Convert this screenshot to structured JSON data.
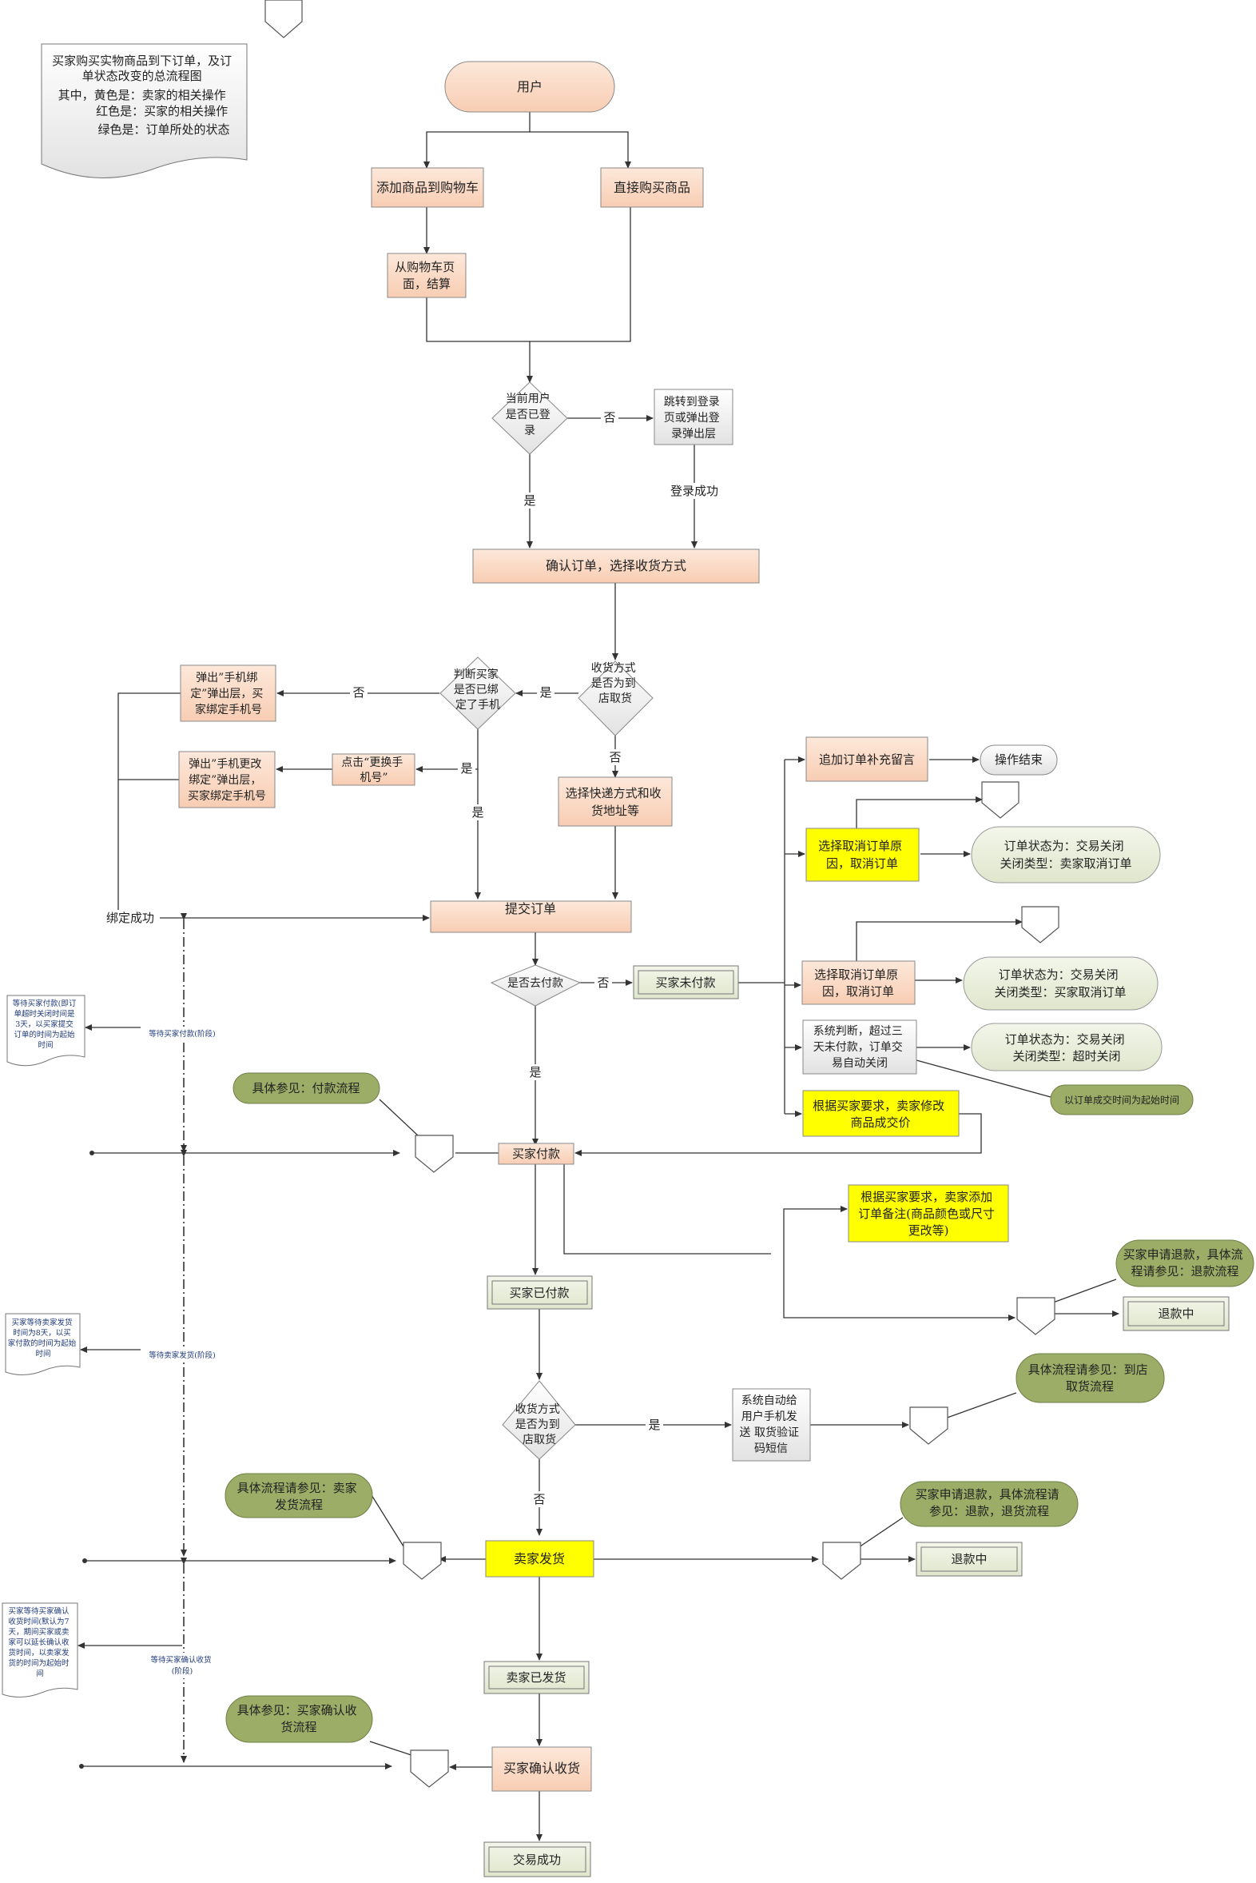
{
  "note": {
    "lines": [
      "买家购买实物商品到下订单，及订",
      "单状态改变的总流程图",
      "其中，黄色是：卖家的相关操作",
      "红色是：买家的相关操作",
      "绿色是：订单所处的状态"
    ]
  },
  "nodes": {
    "user": "用户",
    "add_cart": "添加商品到购物车",
    "buy_direct": "直接购买商品",
    "checkout": [
      "从购物车页",
      "面，结算"
    ],
    "is_login": [
      "当前用户",
      "是否已登",
      "录"
    ],
    "jump_login": [
      "跳转到登录",
      "页或弹出登",
      "录弹出层"
    ],
    "confirm_order": "确认订单，选择收货方式",
    "is_store_pickup_1": [
      "收货方式",
      "是否为到",
      "店取货"
    ],
    "is_bind_phone": [
      "判断买家",
      "是否已绑",
      "定了手机"
    ],
    "popup_bind": [
      "弹出”手机绑",
      "定”弹出层，买",
      "家绑定手机号"
    ],
    "click_change": [
      "点击“更换手",
      "机号”"
    ],
    "popup_change": [
      "弹出”手机更改",
      "绑定”弹出层，",
      "买家绑定手机号"
    ],
    "select_express": [
      "选择快递方式和收",
      "货地址等"
    ],
    "submit_order": "提交订单",
    "go_pay": "是否去付款",
    "unpaid": "买家未付款",
    "add_message": "追加订单补充留言",
    "op_end": "操作结束",
    "seller_cancel": [
      "选择取消订单原",
      "因，取消订单"
    ],
    "state_seller_cancel": [
      "订单状态为：交易关闭",
      "关闭类型：卖家取消订单"
    ],
    "buyer_cancel": [
      "选择取消订单原",
      "因，取消订单"
    ],
    "state_buyer_cancel": [
      "订单状态为：交易关闭",
      "关闭类型：买家取消订单"
    ],
    "auto_close": [
      "系统判断，超过三",
      "天未付款，订单交",
      "易自动关闭"
    ],
    "state_timeout": [
      "订单状态为：交易关闭",
      "关闭类型：超时关闭"
    ],
    "timeout_note": "以订单成交时间为起始时间",
    "seller_modify_price": [
      "根据买家要求，卖家修改",
      "商品成交价"
    ],
    "see_pay": "具体参见：付款流程",
    "buyer_pay": "买家付款",
    "seller_add_note": [
      "根据买家要求，卖家添加",
      "订单备注(商品颜色或尺寸",
      "更改等)"
    ],
    "paid": "买家已付款",
    "refund_apply_1": [
      "买家申请退款，具体流",
      "程请参见：退款流程"
    ],
    "refunding_1": "退款中",
    "is_store_pickup_2": [
      "收货方式",
      "是否为到",
      "店取货"
    ],
    "sms": [
      "系统自动给",
      "用户手机发",
      "送 取货验证",
      "码短信"
    ],
    "see_pickup": [
      "具体流程请参见：到店",
      "取货流程"
    ],
    "see_ship": [
      "具体流程请参见：卖家",
      "发货流程"
    ],
    "seller_ship": "卖家发货",
    "refund_apply_2": [
      "买家申请退款，具体流程请",
      "参见：退款，退货流程"
    ],
    "refunding_2": "退款中",
    "shipped": "卖家已发货",
    "see_confirm": [
      "具体参见：买家确认收",
      "货流程"
    ],
    "confirm_receipt": "买家确认收货",
    "success": "交易成功"
  },
  "edge_labels": {
    "no": "否",
    "yes": "是",
    "login_ok": "登录成功",
    "bind_ok": "绑定成功"
  },
  "side_notes": {
    "wait_pay_doc": [
      "等待买家付款(即订",
      "单超时关闭时间是",
      "3天，以买家提交",
      "订单的时间为起始",
      "时间"
    ],
    "wait_pay_label": "等待买家付款(阶段)",
    "wait_ship_doc": [
      "买家等待卖家发货",
      "时间为8天，以买",
      "家付款的时间为起始",
      "时间"
    ],
    "wait_ship_label": "等待卖家发货(阶段)",
    "wait_confirm_doc": [
      "买家等待买家确认",
      "收货时间(默认为7",
      "天，期间买家或卖",
      "家可以延长确认收",
      "货时间，以卖家发",
      "货的时间为起始时",
      "间"
    ],
    "wait_confirm_label": [
      "等待买家确认收货",
      "(阶段)"
    ]
  },
  "colors": {
    "buyer_fill": "#fbdcc8",
    "seller_fill": "#ffff00",
    "state_fill": "#e6ecd8",
    "state_dark": "#9bad66",
    "gray_fill": "#f1f1f1",
    "line": "#333333"
  }
}
